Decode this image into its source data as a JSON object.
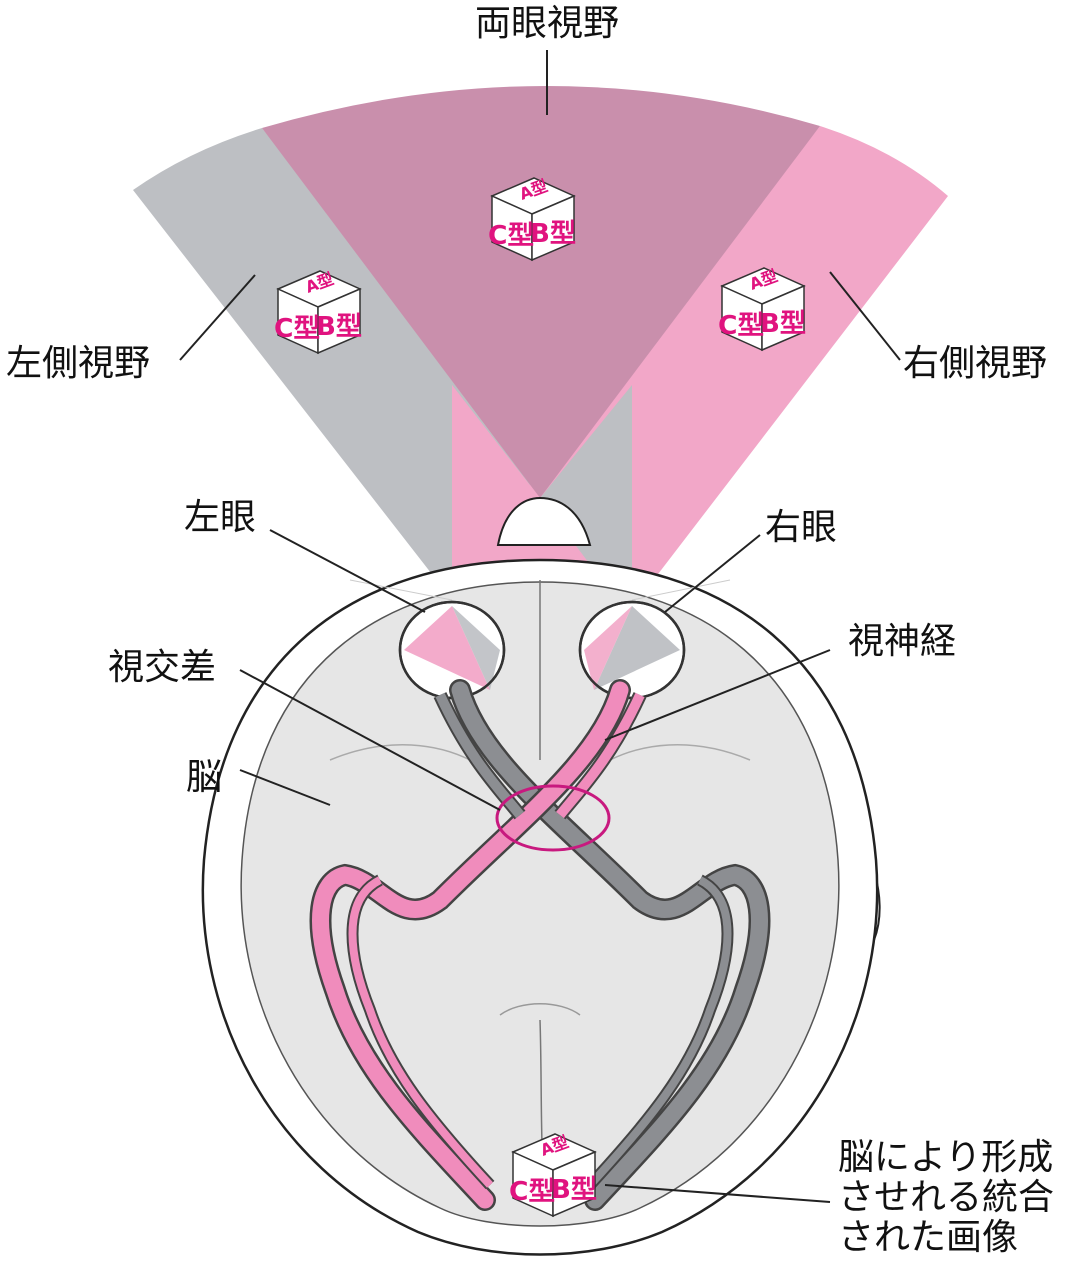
{
  "labels": {
    "binocular": "両眼視野",
    "left_field": "左側視野",
    "right_field": "右側視野",
    "left_eye": "左眼",
    "right_eye": "右眼",
    "optic_nerve": "視神経",
    "chiasm": "視交差",
    "brain": "脳",
    "integrated_image": "脳により形成\nさせれる統合\nされた画像"
  },
  "cube": {
    "face_left": "C型",
    "face_right": "B型",
    "face_top": "A型"
  },
  "colors": {
    "gray_field": "#bdbfc3",
    "pink_field": "#f2a7c8",
    "mauve_field": "#c98fac",
    "pink_nerve": "#f08cbc",
    "gray_nerve": "#8c8e92",
    "brain_fill": "#e6e6e6",
    "chiasm_ring": "#c8197f",
    "cube_text": "#e0137f"
  }
}
